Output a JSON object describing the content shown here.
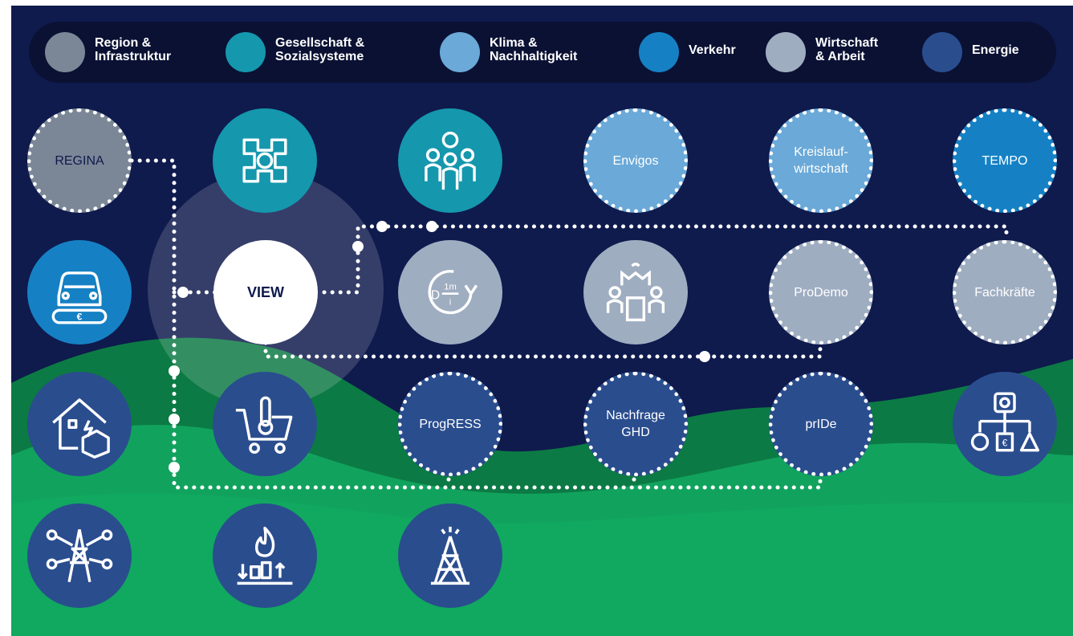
{
  "colors": {
    "region": "#7b8797",
    "gesellschaft": "#1597ad",
    "klima": "#6aa9d8",
    "verkehr": "#1581c4",
    "wirtschaft": "#9fadc1",
    "energie": "#2a4d8e",
    "background": "#0f1a4d",
    "hill_dark": "#0c7a44",
    "hill_light": "#11a35e"
  },
  "legend": [
    {
      "label": "Region &\nInfrastruktur",
      "color": "#7b8797"
    },
    {
      "label": "Gesellschaft &\nSozialsysteme",
      "color": "#1597ad"
    },
    {
      "label": "Klima &\nNachhaltigkeit",
      "color": "#6aa9d8"
    },
    {
      "label": "Verkehr",
      "color": "#1581c4"
    },
    {
      "label": "Wirtschaft\n& Arbeit",
      "color": "#9fadc1"
    },
    {
      "label": "Energie",
      "color": "#2a4d8e"
    }
  ],
  "nodes": {
    "regina": {
      "label": "REGINA"
    },
    "envigos": {
      "label": "Envigos"
    },
    "kreislauf": {
      "label": "Kreislauf-\nwirtschaft"
    },
    "tempo": {
      "label": "TEMPO"
    },
    "view": {
      "label": "VIEW"
    },
    "prodemo": {
      "label": "ProDemo"
    },
    "fachkraefte": {
      "label": "Fachkräfte"
    },
    "progress": {
      "label": "ProgRESS"
    },
    "nachfrage": {
      "label": "Nachfrage\nGHD"
    },
    "pride": {
      "label": "prIDe"
    }
  },
  "icons": {
    "hands": "hands-circle-icon",
    "family": "family-icon",
    "car": "car-euro-icon",
    "discount": "discount-rate-icon",
    "industry": "industry-workers-icon",
    "house": "house-energy-icon",
    "cart": "cart-thermometer-icon",
    "socket": "socket-network-icon",
    "grid": "power-grid-icon",
    "flame": "flame-bars-icon",
    "tower": "transmission-tower-icon"
  }
}
